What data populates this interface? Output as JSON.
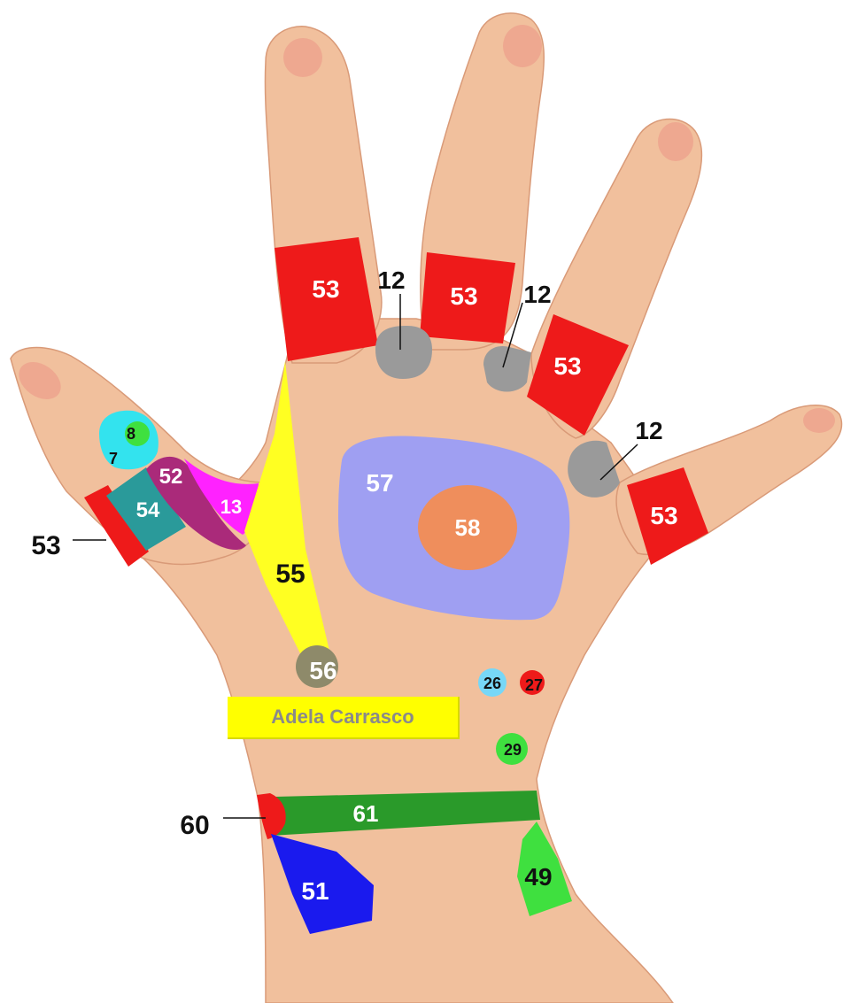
{
  "colors": {
    "skin": "#f1c09d",
    "skin_shadow": "#d99a78",
    "nail": "#eea890",
    "red": "#ee1a1a",
    "gray": "#9a9a9a",
    "yellow": "#ffff22",
    "lavender": "#9f9ff2",
    "orange": "#ef8e5c",
    "cyan": "#33e3ee",
    "light_blue": "#77d7f7",
    "green": "#22aa22",
    "bright_green": "#3fe03f",
    "dark_green": "#2a9a2a",
    "teal": "#2a9a9a",
    "magenta": "#ff22ff",
    "purple": "#aa2a7a",
    "olive": "#8e8a6a",
    "blue": "#1a1aee",
    "caption_bg": "#ffff00",
    "caption_text": "#8a8a8a",
    "white": "#ffffff",
    "black": "#111111"
  },
  "caption": "Adela Carrasco",
  "zones": [
    {
      "id": "zone-53-index",
      "label": "53"
    },
    {
      "id": "zone-53-middle",
      "label": "53"
    },
    {
      "id": "zone-53-ring",
      "label": "53"
    },
    {
      "id": "zone-53-little",
      "label": "53"
    },
    {
      "id": "zone-53-thumb",
      "label": "53"
    },
    {
      "id": "zone-12-a",
      "label": "12"
    },
    {
      "id": "zone-12-b",
      "label": "12"
    },
    {
      "id": "zone-12-c",
      "label": "12"
    },
    {
      "id": "zone-7",
      "label": "7"
    },
    {
      "id": "zone-8",
      "label": "8"
    },
    {
      "id": "zone-52",
      "label": "52"
    },
    {
      "id": "zone-54",
      "label": "54"
    },
    {
      "id": "zone-13",
      "label": "13"
    },
    {
      "id": "zone-55",
      "label": "55"
    },
    {
      "id": "zone-56",
      "label": "56"
    },
    {
      "id": "zone-57",
      "label": "57"
    },
    {
      "id": "zone-58",
      "label": "58"
    },
    {
      "id": "zone-26",
      "label": "26"
    },
    {
      "id": "zone-27",
      "label": "27"
    },
    {
      "id": "zone-29",
      "label": "29"
    },
    {
      "id": "zone-60",
      "label": "60"
    },
    {
      "id": "zone-61",
      "label": "61"
    },
    {
      "id": "zone-49",
      "label": "49"
    },
    {
      "id": "zone-51",
      "label": "51"
    }
  ]
}
